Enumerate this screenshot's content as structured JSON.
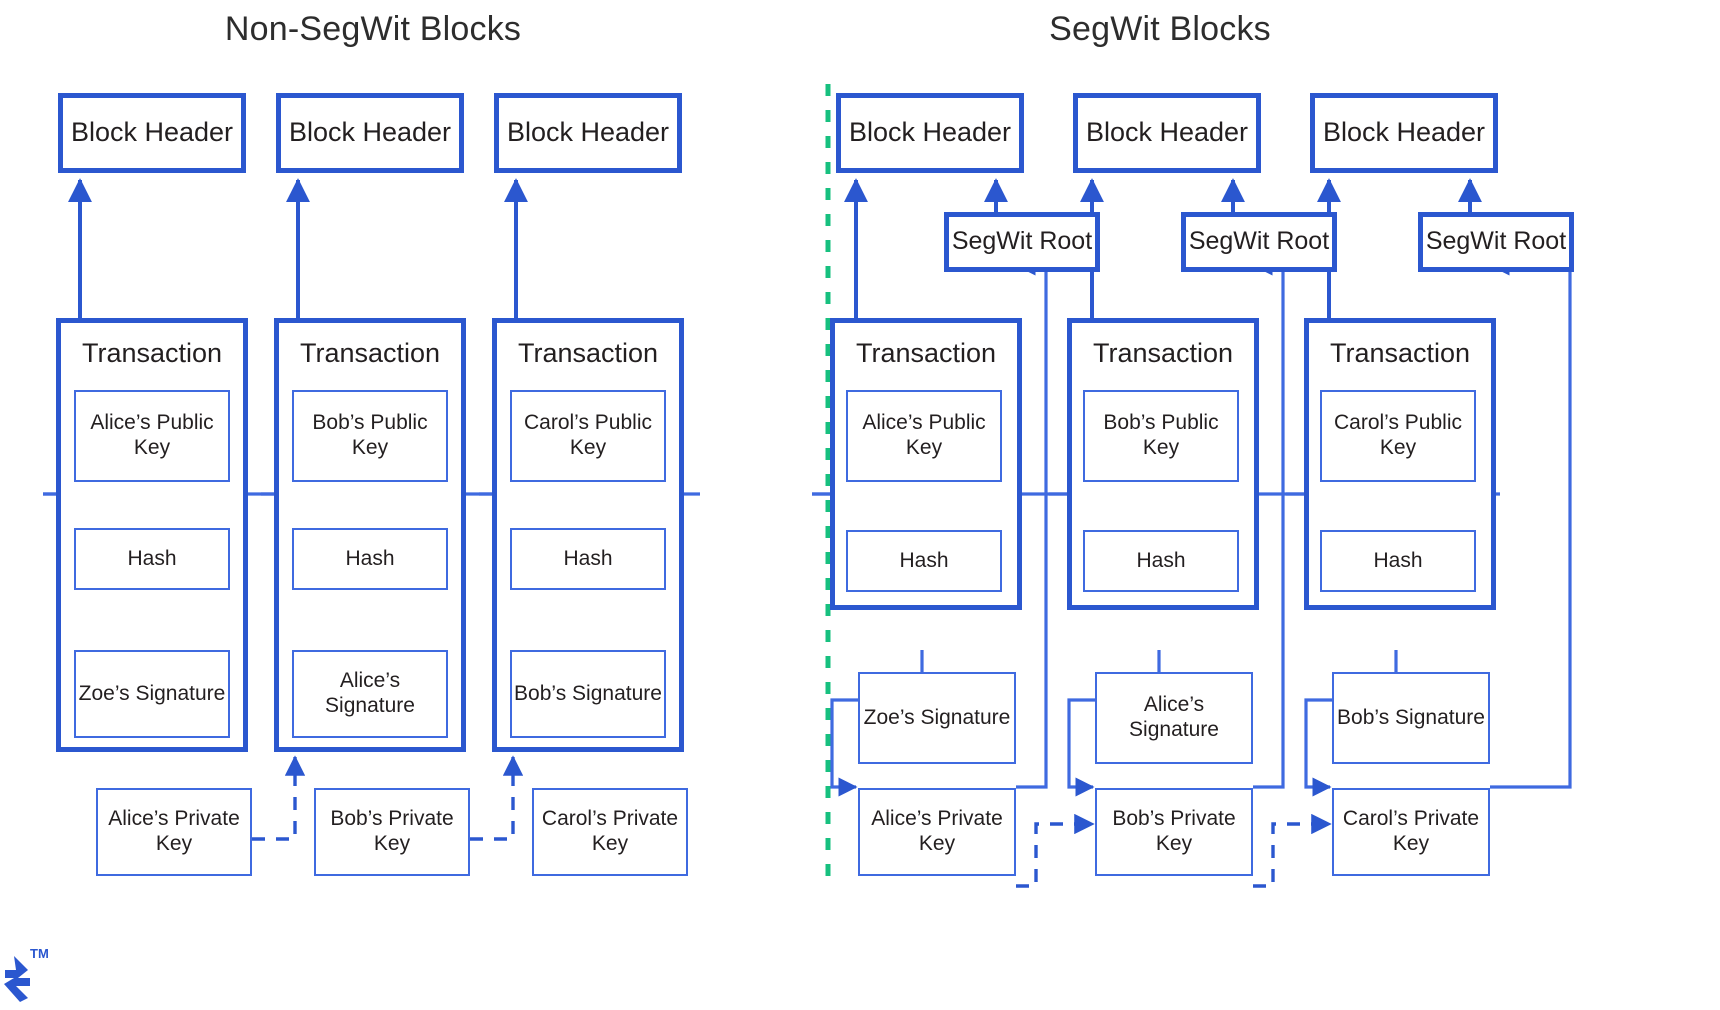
{
  "diagram": {
    "title_left": "Non-SegWit Blocks",
    "title_right": "SegWit Blocks",
    "colors": {
      "box_stroke_heavy": "#2b57cf",
      "box_stroke_light": "#3f6ae0",
      "arrow": "#2b57cf",
      "divider_green": "#17c07f",
      "text": "#231f20",
      "background": "#ffffff"
    },
    "divider": {
      "name": "vertical-dashed-divider",
      "orientation": "vertical",
      "style": "dashed",
      "color": "#17c07f"
    },
    "labels": {
      "block_header": "Block Header",
      "segwit_root": "SegWit Root",
      "transaction": "Transaction",
      "hash": "Hash"
    },
    "left_panel": {
      "heading": "Non-SegWit Blocks",
      "blocks": [
        {
          "header": "Block Header",
          "transaction_label": "Transaction",
          "public_key": "Alice’s Public Key",
          "hash": "Hash",
          "signature": "Zoe’s Signature",
          "private_key": "Alice’s Private Key"
        },
        {
          "header": "Block Header",
          "transaction_label": "Transaction",
          "public_key": "Bob’s Public Key",
          "hash": "Hash",
          "signature": "Alice’s Signature",
          "private_key": "Bob’s Private Key"
        },
        {
          "header": "Block Header",
          "transaction_label": "Transaction",
          "public_key": "Carol’s Public Key",
          "hash": "Hash",
          "signature": "Bob’s Signature",
          "private_key": "Carol’s Private Key"
        }
      ]
    },
    "right_panel": {
      "heading": "SegWit Blocks",
      "blocks": [
        {
          "header": "Block Header",
          "segwit_root": "SegWit Root",
          "transaction_label": "Transaction",
          "public_key": "Alice’s Public Key",
          "hash": "Hash",
          "signature": "Zoe’s Signature",
          "private_key": "Alice’s Private Key"
        },
        {
          "header": "Block Header",
          "segwit_root": "SegWit Root",
          "transaction_label": "Transaction",
          "public_key": "Bob’s Public Key",
          "hash": "Hash",
          "signature": "Alice’s Signature",
          "private_key": "Bob’s Private Key"
        },
        {
          "header": "Block Header",
          "segwit_root": "SegWit Root",
          "transaction_label": "Transaction",
          "public_key": "Carol’s Public Key",
          "hash": "Hash",
          "signature": "Bob’s Signature",
          "private_key": "Carol’s Private Key"
        }
      ]
    },
    "watermark": {
      "name": "toptal-logo",
      "trademark": "TM",
      "color": "#2b57cf"
    }
  }
}
